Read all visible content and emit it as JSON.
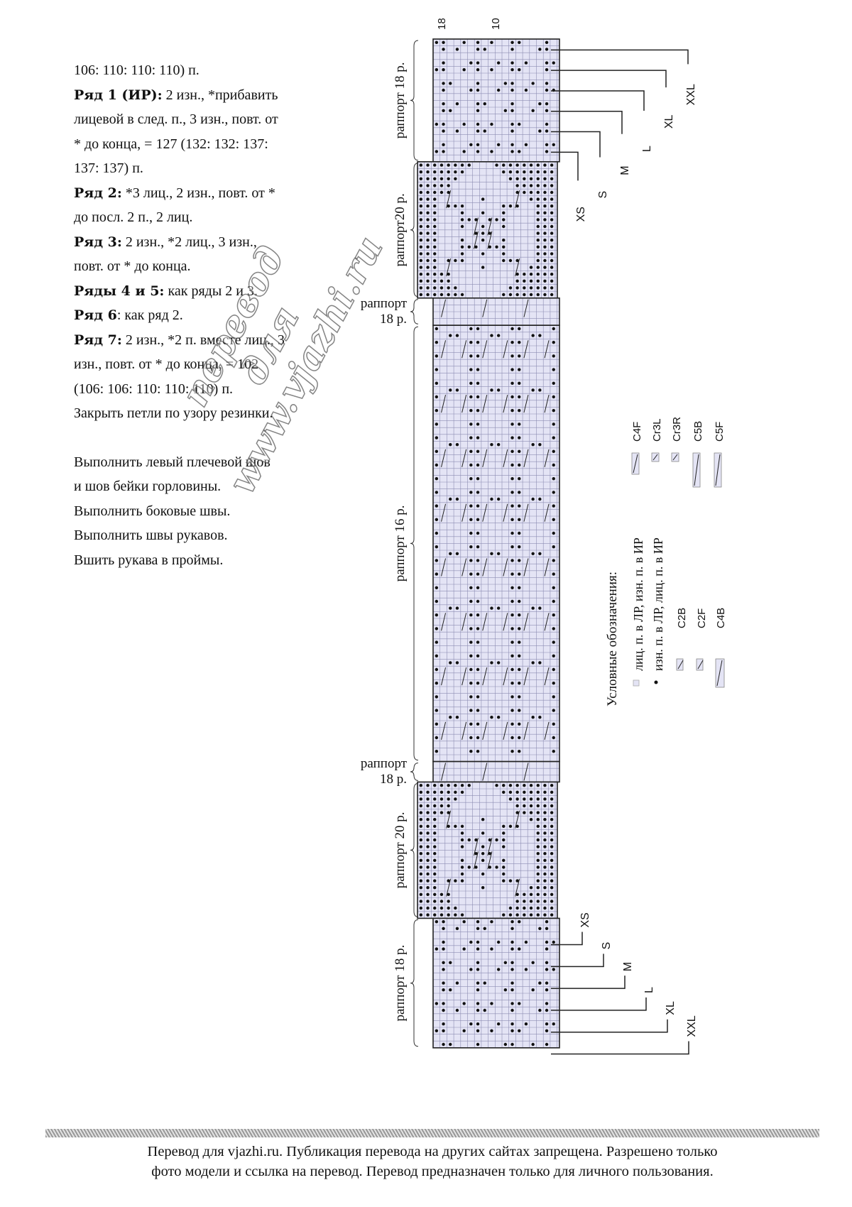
{
  "instructions": [
    {
      "bold": "",
      "text": "106: 110: 110: 110) п."
    },
    {
      "bold": "Ряд 1 (ИР):",
      "text": " 2 изн., *прибавить"
    },
    {
      "bold": "",
      "text": "лицевой в след. п., 3 изн., повт. от"
    },
    {
      "bold": "",
      "text": "* до конца, = 127 (132: 132: 137:"
    },
    {
      "bold": "",
      "text": "137: 137) п."
    },
    {
      "bold": "Ряд 2:",
      "text": " *3 лиц., 2 изн., повт. от *"
    },
    {
      "bold": "",
      "text": "до посл. 2 п., 2 лиц."
    },
    {
      "bold": "Ряд 3:",
      "text": " 2 изн., *2 лиц., 3 изн.,"
    },
    {
      "bold": "",
      "text": "повт. от * до конца."
    },
    {
      "bold": "Ряды 4 и 5:",
      "text": " как ряды 2 и 3."
    },
    {
      "bold": "Ряд 6",
      "text": ": как ряд 2."
    },
    {
      "bold": "Ряд 7:",
      "text": " 2 изн., *2 п. вместе лиц., 3"
    },
    {
      "bold": "",
      "text": "изн., повт. от * до конца, = 102"
    },
    {
      "bold": "",
      "text": "(106: 106: 110: 110: 110) п."
    },
    {
      "bold": "",
      "text": "Закрыть петли по узору резинки."
    },
    {
      "bold": "",
      "text": ""
    },
    {
      "bold": "",
      "text": "Выполнить левый плечевой шов"
    },
    {
      "bold": "",
      "text": "и шов бейки горловины."
    },
    {
      "bold": "",
      "text": "Выполнить боковые швы."
    },
    {
      "bold": "",
      "text": "Выполнить швы рукавов."
    },
    {
      "bold": "",
      "text": "Вшить рукава в проймы."
    }
  ],
  "watermark": [
    "перевод",
    "для",
    "www.vjazhi.ru"
  ],
  "chart": {
    "column_numbers": [
      "18",
      "10"
    ],
    "sections": [
      {
        "label": "раппорт 18 р.",
        "start": 0,
        "end": 18,
        "kind": "purl-rib",
        "wide": false
      },
      {
        "label": "раппорт20 р.",
        "start": 18,
        "end": 38,
        "kind": "diamond",
        "wide": true
      },
      {
        "label": "раппорт 18 р.",
        "start": 38,
        "end": 42,
        "kind": "plain",
        "wide": false
      },
      {
        "label": "раппорт 16 р.",
        "start": 42,
        "end": 106,
        "kind": "cable",
        "wide": false
      },
      {
        "label": "раппорт 18 р.",
        "start": 106,
        "end": 109,
        "kind": "plain",
        "wide": false
      },
      {
        "label": "раппорт 20 р.",
        "start": 109,
        "end": 129,
        "kind": "diamond",
        "wide": true
      },
      {
        "label": "раппорт 18 р.",
        "start": 129,
        "end": 148,
        "kind": "purl-rib",
        "wide": false
      }
    ],
    "sizes_top": [
      "XXL",
      "XL",
      "L",
      "M",
      "S",
      "XS"
    ],
    "sizes_bottom": [
      "XS",
      "S",
      "M",
      "L",
      "XL",
      "XXL"
    ]
  },
  "legend": {
    "title": "Условные обозначения:",
    "items": [
      {
        "symbol": "square",
        "text": "лиц. п. в ЛР, изн. п. в ИР"
      },
      {
        "symbol": "dot",
        "text": "изн. п. в ЛР, лиц. п. в ИР"
      }
    ],
    "cables_row1": [
      "C2B",
      "C2F",
      "C4B"
    ],
    "cables_row2": [
      "C4F",
      "Cr3L",
      "Cr3R",
      "C5B",
      "C5F"
    ]
  },
  "footer": [
    "Перевод для vjazhi.ru. Публикация перевода на других сайтах запрещена. Разрешено только",
    "фото модели и ссылка на перевод.  Перевод предназначен только для личного пользования."
  ],
  "colors": {
    "cell": "#e4e4f5",
    "grid": "#8d8db3",
    "dot": "#111111",
    "border": "#222222"
  }
}
